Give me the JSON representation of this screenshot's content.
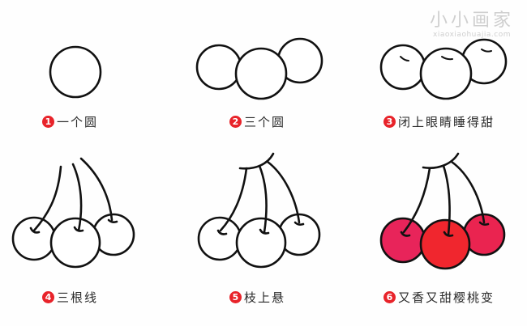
{
  "watermark": {
    "title": "小小画家",
    "url": "xiaoxiaohuajia.com"
  },
  "colors": {
    "badge": "#e8232a",
    "cherry_left": "#e8245a",
    "cherry_mid": "#f0262e",
    "cherry_right": "#ea2450",
    "stroke": "#111111"
  },
  "steps": [
    {
      "number": "1",
      "caption": "一个圆"
    },
    {
      "number": "2",
      "caption": "三个圆"
    },
    {
      "number": "3",
      "caption": "闭上眼睛睡得甜"
    },
    {
      "number": "4",
      "caption": "三根线"
    },
    {
      "number": "5",
      "caption": "枝上悬"
    },
    {
      "number": "6",
      "caption": "又香又甜樱桃变"
    }
  ]
}
